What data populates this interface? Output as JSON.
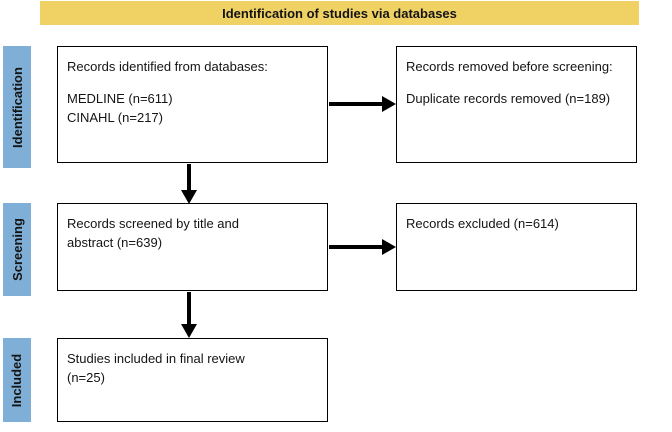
{
  "banner": {
    "title": "Identification of studies via databases"
  },
  "stages": {
    "identification": "Identification",
    "screening": "Screening",
    "included": "Included"
  },
  "boxes": {
    "identified": {
      "title": "Records identified from databases:",
      "lines": [
        "MEDLINE (n=611)",
        "CINAHL (n=217)"
      ]
    },
    "removed": {
      "title": "Records removed before screening:",
      "lines": [
        "Duplicate records removed (n=189)"
      ]
    },
    "screened": {
      "line1": "Records screened by title and",
      "line2": "abstract (n=639)"
    },
    "excluded": {
      "text": "Records excluded (n=614)"
    },
    "included": {
      "line1": "Studies included in final review",
      "line2": "(n=25)"
    }
  },
  "colors": {
    "banner_bg": "#F0D264",
    "stage_bg": "#7FAFD6",
    "box_border": "#000000",
    "arrow": "#000000"
  }
}
